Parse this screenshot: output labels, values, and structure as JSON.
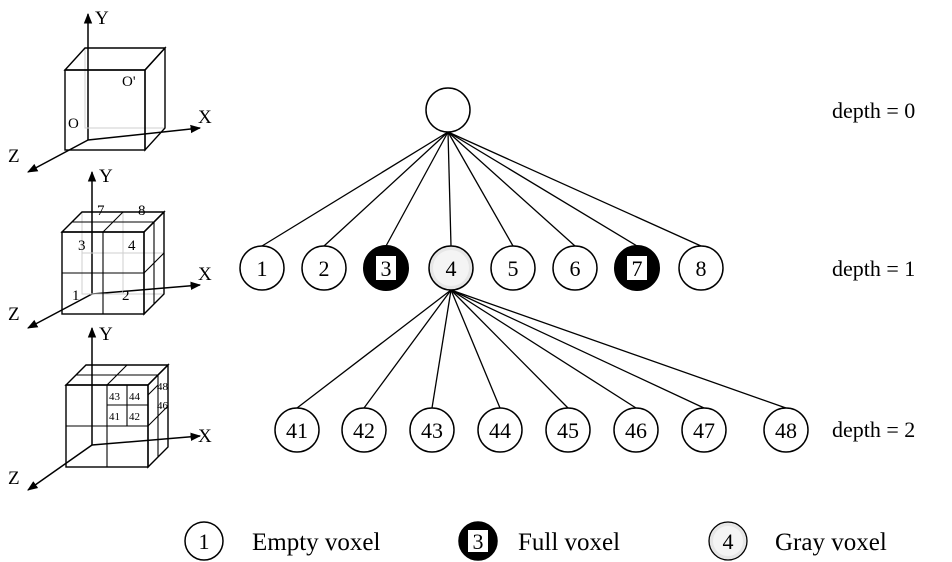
{
  "cubes": {
    "cube0": {
      "y_label": "Y",
      "x_label": "X",
      "z_label": "Z",
      "origin_label": "O",
      "corner_label": "O'"
    },
    "cube1": {
      "y_label": "Y",
      "x_label": "X",
      "z_label": "Z",
      "cells": [
        "7",
        "8",
        "3",
        "4",
        "1",
        "2"
      ]
    },
    "cube2": {
      "y_label": "Y",
      "x_label": "X",
      "z_label": "Z",
      "cells": [
        "48",
        "43",
        "44",
        "46",
        "41",
        "42"
      ]
    }
  },
  "tree": {
    "root": {
      "label": ""
    },
    "depth1": [
      {
        "label": "1",
        "type": "empty"
      },
      {
        "label": "2",
        "type": "empty"
      },
      {
        "label": "3",
        "type": "full"
      },
      {
        "label": "4",
        "type": "gray"
      },
      {
        "label": "5",
        "type": "empty"
      },
      {
        "label": "6",
        "type": "empty"
      },
      {
        "label": "7",
        "type": "full"
      },
      {
        "label": "8",
        "type": "empty"
      }
    ],
    "depth2": [
      {
        "label": "41",
        "type": "empty"
      },
      {
        "label": "42",
        "type": "empty"
      },
      {
        "label": "43",
        "type": "empty"
      },
      {
        "label": "44",
        "type": "empty"
      },
      {
        "label": "45",
        "type": "empty"
      },
      {
        "label": "46",
        "type": "empty"
      },
      {
        "label": "47",
        "type": "empty"
      },
      {
        "label": "48",
        "type": "empty"
      }
    ]
  },
  "depth_labels": [
    "depth = 0",
    "depth = 1",
    "depth = 2"
  ],
  "legend": {
    "empty": {
      "symbol": "1",
      "label": "Empty voxel"
    },
    "full": {
      "symbol": "3",
      "label": "Full voxel"
    },
    "gray": {
      "symbol": "4",
      "label": "Gray voxel"
    }
  },
  "colors": {
    "empty_fill": "#ffffff",
    "full_fill": "#000000",
    "gray_fill": "#e6e6e6",
    "stroke": "#000000"
  }
}
